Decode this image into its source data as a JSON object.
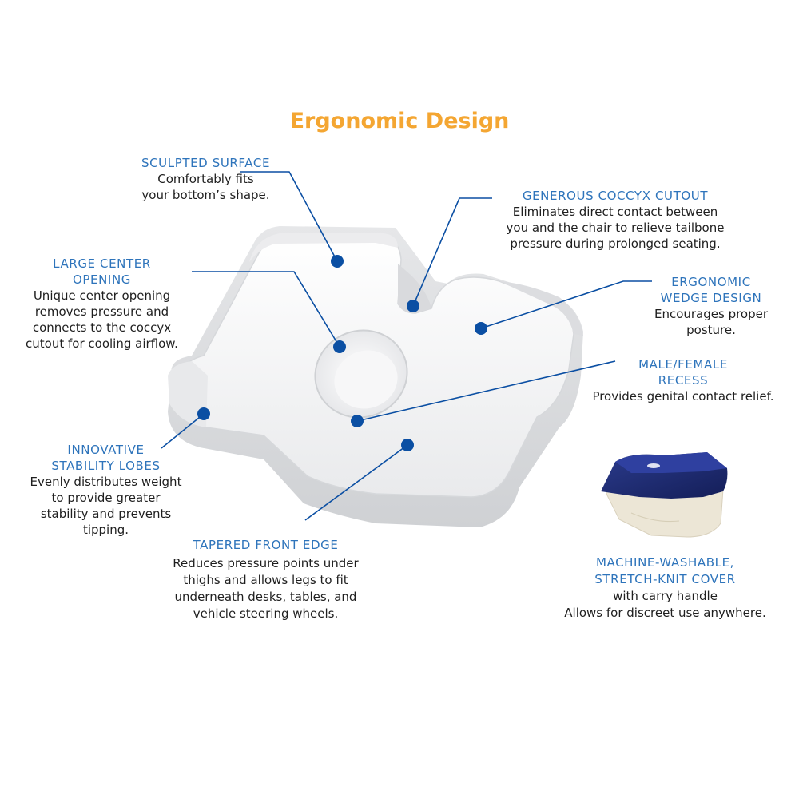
{
  "title": "Ergonomic Design",
  "colors": {
    "title": "#f4a632",
    "heading": "#2e74bb",
    "marker": "#0b4fa3",
    "line": "#0b4fa3"
  },
  "callouts": {
    "sculpted": {
      "heading": "SCULPTED SURFACE",
      "body": [
        "Comfortably fits",
        "your bottom’s shape."
      ]
    },
    "coccyx": {
      "heading": "GENEROUS COCCYX CUTOUT",
      "body": [
        "Eliminates direct contact between",
        "you and the chair to relieve tailbone",
        "pressure during prolonged seating."
      ]
    },
    "center": {
      "heading": [
        "LARGE CENTER",
        "OPENING"
      ],
      "body": [
        "Unique center opening",
        "removes pressure and",
        "connects to the coccyx",
        "cutout for cooling airflow."
      ]
    },
    "wedge": {
      "heading": [
        "ERGONOMIC",
        "WEDGE DESIGN"
      ],
      "body": [
        "Encourages proper",
        "posture."
      ]
    },
    "recess": {
      "heading": [
        "MALE/FEMALE",
        "RECESS"
      ],
      "body": [
        "Provides genital contact relief."
      ]
    },
    "lobes": {
      "heading": [
        "INNOVATIVE",
        "STABILITY LOBES"
      ],
      "body": [
        "Evenly distributes weight",
        "to provide greater",
        "stability and prevents",
        "tipping."
      ]
    },
    "front": {
      "heading": "TAPERED FRONT EDGE",
      "body": [
        "Reduces pressure points under",
        "thighs and allows legs to fit",
        "underneath desks, tables, and",
        "vehicle steering wheels."
      ]
    },
    "cover": {
      "heading": [
        "MACHINE-WASHABLE,",
        "STRETCH-KNIT COVER"
      ],
      "body": [
        "with carry handle",
        "Allows for discreet use anywhere."
      ]
    }
  }
}
